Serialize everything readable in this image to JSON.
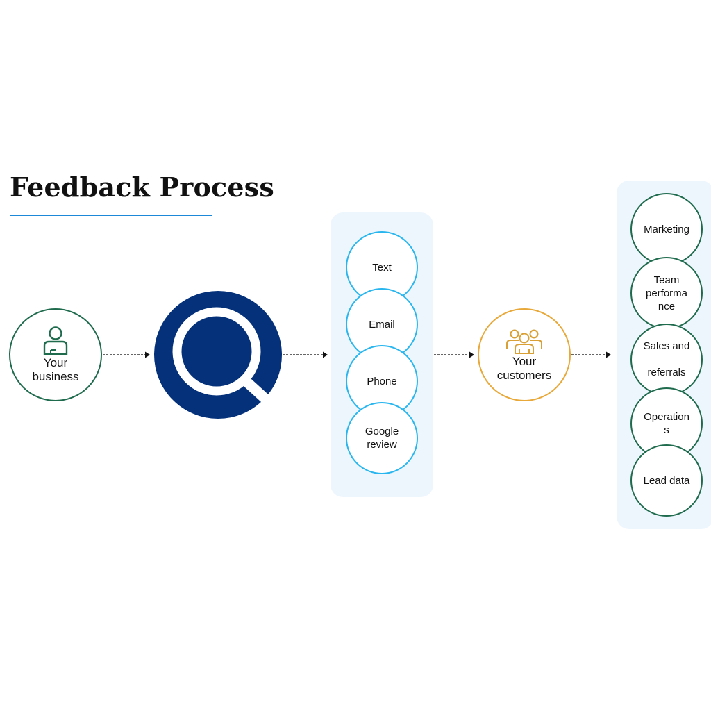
{
  "title": "Feedback Process",
  "colors": {
    "accent_rule": "#1e88d8",
    "node_green": "#1f6b4e",
    "channel_blue": "#29b6ef",
    "customers_orange": "#e8a93a",
    "search_badge_navy": "#04317a",
    "panel_bg": "#eef6fd"
  },
  "business": {
    "label": "Your\nbusiness",
    "icon": "person-icon"
  },
  "search": {
    "icon": "magnifier-icon"
  },
  "channels": [
    {
      "label": "Text"
    },
    {
      "label": "Email"
    },
    {
      "label": "Phone"
    },
    {
      "label": "Google\nreview"
    }
  ],
  "customers": {
    "label": "Your\ncustomers",
    "icon": "group-icon"
  },
  "uses": [
    {
      "label": "Marketing"
    },
    {
      "label": "Team\nperforma\nnce"
    },
    {
      "label": "Sales and\nreferrals"
    },
    {
      "label": "Operation\ns"
    },
    {
      "label": "Lead data"
    }
  ]
}
